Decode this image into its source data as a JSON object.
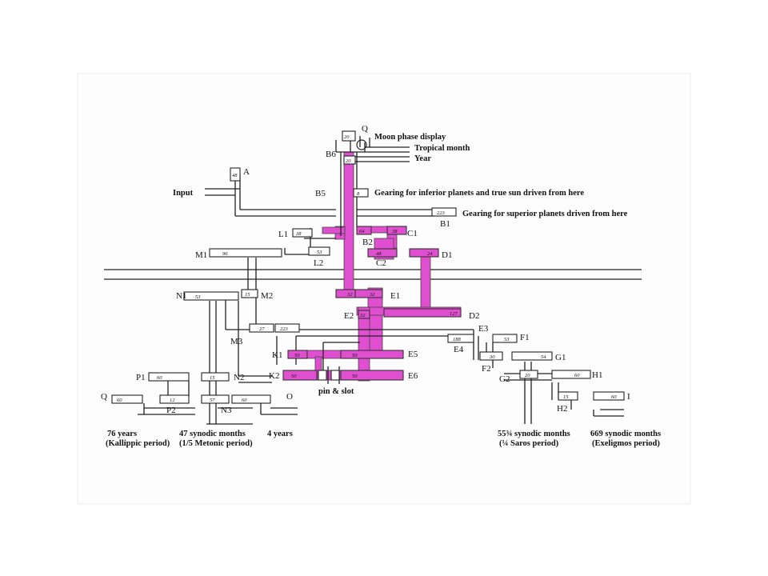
{
  "gears": {
    "A": {
      "id": "A",
      "teeth": "48"
    },
    "B1": {
      "id": "B1",
      "teeth": "223"
    },
    "B2": {
      "id": "B2",
      "teeth": "64"
    },
    "B5": {
      "id": "B5",
      "teeth": "8"
    },
    "B6": {
      "id": "B6",
      "teeth": "20"
    },
    "C1": {
      "id": "C1",
      "teeth": "38"
    },
    "C2": {
      "id": "C2",
      "teeth": "48"
    },
    "D1": {
      "id": "D1",
      "teeth": "24"
    },
    "D2": {
      "id": "D2",
      "teeth": "127"
    },
    "E1": {
      "id": "E1",
      "teeth": "32"
    },
    "E2": {
      "id": "E2",
      "teeth": "32"
    },
    "E2b": {
      "teeth": "32"
    },
    "E3": {
      "id": "E3",
      "teeth": "223"
    },
    "E4": {
      "id": "E4",
      "teeth": "188"
    },
    "E5": {
      "id": "E5",
      "teeth": "50"
    },
    "E6": {
      "id": "E6",
      "teeth": "50"
    },
    "F1": {
      "id": "F1",
      "teeth": "53"
    },
    "F2": {
      "id": "F2",
      "teeth": "30"
    },
    "G1": {
      "id": "G1",
      "teeth": "54"
    },
    "G2": {
      "id": "G2",
      "teeth": "20"
    },
    "H1": {
      "id": "H1",
      "teeth": "60"
    },
    "H2": {
      "id": "H2",
      "teeth": "15"
    },
    "I": {
      "id": "I",
      "teeth": "60"
    },
    "K1": {
      "id": "K1",
      "teeth": "50"
    },
    "K2": {
      "id": "K2",
      "teeth": "50"
    },
    "L1": {
      "id": "L1",
      "teeth": "38"
    },
    "L2": {
      "id": "L2",
      "teeth": "53"
    },
    "M1": {
      "id": "M1",
      "teeth": "96"
    },
    "M2": {
      "id": "M2",
      "teeth": "15"
    },
    "M3": {
      "id": "M3",
      "teeth": "27"
    },
    "N1": {
      "id": "N1",
      "teeth": "53"
    },
    "N2": {
      "id": "N2",
      "teeth": "15"
    },
    "N3": {
      "id": "N3",
      "teeth": "57"
    },
    "O": {
      "id": "O",
      "teeth": "60"
    },
    "P1": {
      "id": "P1",
      "teeth": "60"
    },
    "P2": {
      "id": "P2",
      "teeth": "12"
    },
    "Q": {
      "id": "Q",
      "teeth": "60"
    },
    "Q_top": {
      "id": "Q",
      "teeth": "20"
    }
  },
  "labels": {
    "input": "Input",
    "moon_phase": "Moon phase display",
    "tropical_month": "Tropical month",
    "year": "Year",
    "inferior": "Gearing for inferior planets and true sun driven from here",
    "superior": "Gearing for superior planets driven from here",
    "pin_slot": "pin & slot",
    "out_76_a": "76 years",
    "out_76_b": "(Kallippic period)",
    "out_47_a": "47 synodic months",
    "out_47_b": "(1/5 Metonic period)",
    "out_4": "4 years",
    "out_55_a": "55¾ synodic months",
    "out_55_b": "(¼ Saros period)",
    "out_669_a": "669 synodic months",
    "out_669_b": "(Exeligmos period)"
  },
  "colors": {
    "highlight": "#e04fd0",
    "line": "#222222"
  }
}
